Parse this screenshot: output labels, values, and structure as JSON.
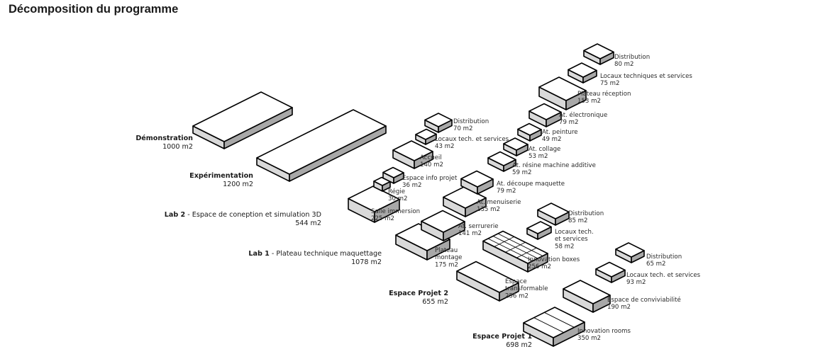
{
  "title": "Décomposition du programme",
  "groups": [
    {
      "id": "demonstration",
      "name": "Démonstration",
      "area": "1000 m2"
    },
    {
      "id": "experimentation",
      "name": "Expérimentation",
      "area": "1200 m2"
    },
    {
      "id": "lab2",
      "name": "Lab 2",
      "desc": " - Espace de coneption et simulation 3D",
      "area": "544 m2"
    },
    {
      "id": "lab1",
      "name": "Lab 1",
      "desc": " - Plateau technique maquettage",
      "area": "1078 m2"
    },
    {
      "id": "projet2",
      "name": "Espace Projet 2",
      "area": "655 m2"
    },
    {
      "id": "projet1",
      "name": "Espace Projet 1",
      "area": "698 m2"
    }
  ],
  "spaces": [
    {
      "id": "lab2-salle",
      "lines": [
        "Salle immersion"
      ],
      "area": "225 m2"
    },
    {
      "id": "lab2-regie",
      "lines": [
        "Régie"
      ],
      "area": "30 m2"
    },
    {
      "id": "lab2-info",
      "lines": [
        "Espace info projet"
      ],
      "area": "36 m2"
    },
    {
      "id": "lab2-accueil",
      "lines": [
        "Accueil"
      ],
      "area": "140 m2"
    },
    {
      "id": "lab2-locaux",
      "lines": [
        "Locaux tech. et services"
      ],
      "area": "43 m2"
    },
    {
      "id": "lab2-distrib",
      "lines": [
        "Distribution"
      ],
      "area": "70 m2"
    },
    {
      "id": "lab1-plateau",
      "lines": [
        "Plateau",
        "montage"
      ],
      "area": "175 m2"
    },
    {
      "id": "lab1-serr",
      "lines": [
        "At. serrurerie"
      ],
      "area": "141 m2"
    },
    {
      "id": "lab1-menu",
      "lines": [
        "At. menuiserie"
      ],
      "area": "135 m2"
    },
    {
      "id": "lab1-decoupe",
      "lines": [
        "At. découpe maquette"
      ],
      "area": "79 m2"
    },
    {
      "id": "lab1-resine",
      "lines": [
        "At. résine machine additive"
      ],
      "area": "59 m2"
    },
    {
      "id": "lab1-collage",
      "lines": [
        "At. collage"
      ],
      "area": "53 m2"
    },
    {
      "id": "lab1-peinture",
      "lines": [
        "At. peinture"
      ],
      "area": "49 m2"
    },
    {
      "id": "lab1-elec",
      "lines": [
        "At. électronique"
      ],
      "area": "79 m2"
    },
    {
      "id": "lab1-reception",
      "lines": [
        "Plateau réception"
      ],
      "area": "153 m2"
    },
    {
      "id": "lab1-locaux",
      "lines": [
        "Locaux techniques et services"
      ],
      "area": "75 m2"
    },
    {
      "id": "lab1-distrib",
      "lines": [
        "Distribution"
      ],
      "area": "80 m2"
    },
    {
      "id": "p2-transf",
      "lines": [
        "Espace",
        "transformable"
      ],
      "area": "256 m2"
    },
    {
      "id": "p2-innov",
      "lines": [
        "Innovation boxes"
      ],
      "area": "256 m2"
    },
    {
      "id": "p2-locaux",
      "lines": [
        "Locaux tech.",
        "et services"
      ],
      "area": "58 m2"
    },
    {
      "id": "p2-distrib",
      "lines": [
        "Distribution"
      ],
      "area": "85 m2"
    },
    {
      "id": "p1-rooms",
      "lines": [
        "Innovation rooms"
      ],
      "area": "350 m2"
    },
    {
      "id": "p1-convi",
      "lines": [
        "Espace de conviviabilité"
      ],
      "area": "190 m2"
    },
    {
      "id": "p1-locaux",
      "lines": [
        "Locaux tech. et services"
      ],
      "area": "93 m2"
    },
    {
      "id": "p1-distrib",
      "lines": [
        "Distribution"
      ],
      "area": "65 m2"
    }
  ]
}
